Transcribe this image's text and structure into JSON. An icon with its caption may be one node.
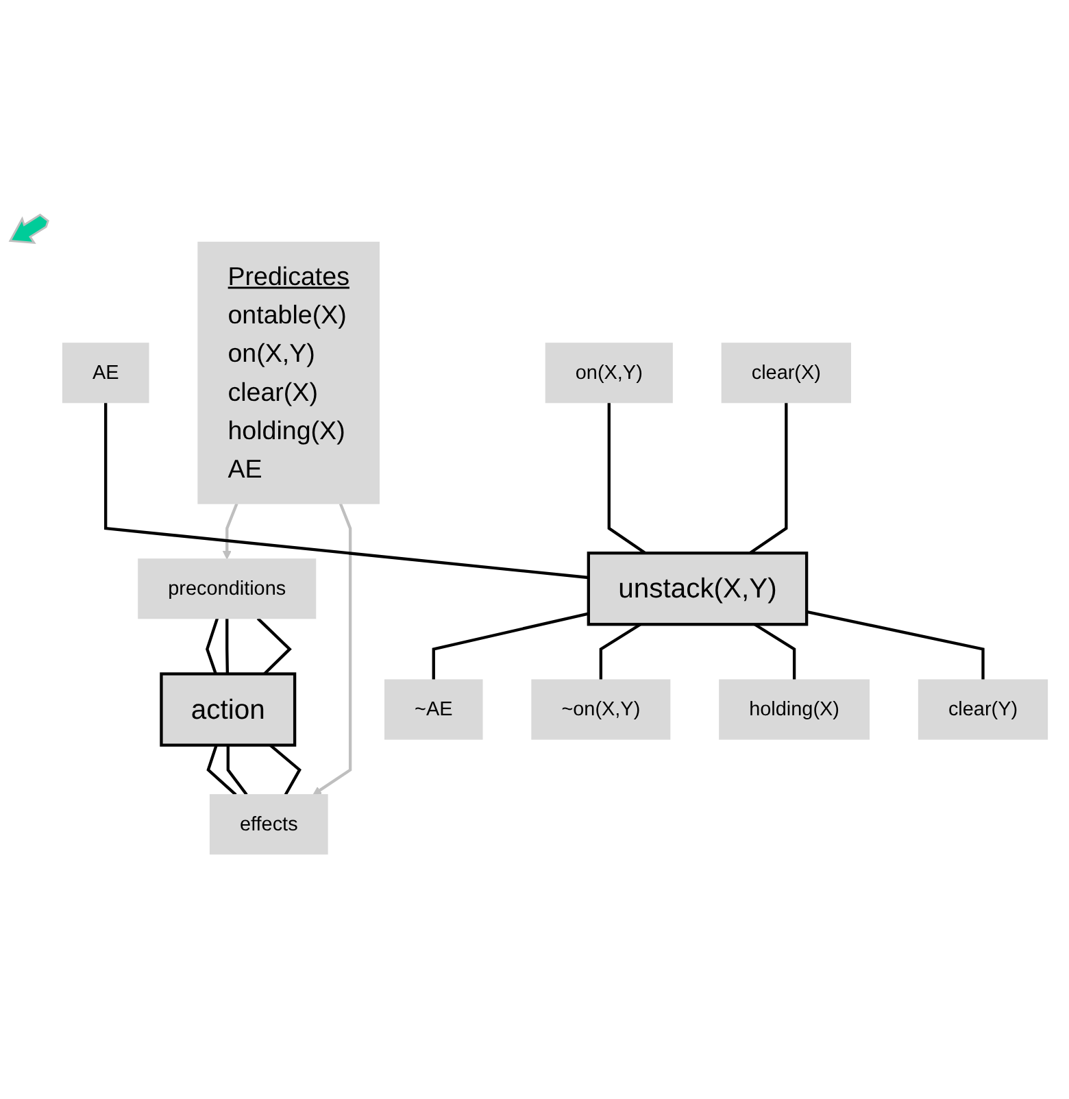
{
  "diagram": {
    "nodes": [
      {
        "text": [
          "preconditions"
        ]
      },
      {
        "text": [
          "action"
        ]
      },
      {
        "text": [
          "effects"
        ]
      },
      {
        "text": [
          "Predicates",
          "ontable(X)",
          "on(X,Y)",
          "clear(X)",
          "holding(X)",
          "AE"
        ]
      },
      {
        "text": [
          "AE"
        ]
      },
      {
        "text": [
          "on(X,Y)"
        ]
      },
      {
        "text": [
          "clear(X)"
        ]
      },
      {
        "text": [
          "unstack(X,Y)"
        ]
      },
      {
        "text": [
          "~AE"
        ]
      },
      {
        "text": [
          "~on(X,Y)"
        ]
      },
      {
        "text": [
          "holding(X)"
        ]
      },
      {
        "text": [
          "clear(Y)"
        ]
      }
    ],
    "edges": [
      {
        "from": 0,
        "to": 1,
        "arrow": "none"
      },
      {
        "from": 0,
        "to": 1,
        "arrow": "none"
      },
      {
        "from": 0,
        "to": 1,
        "arrow": "none"
      },
      {
        "from": 1,
        "to": 2,
        "arrow": "none"
      },
      {
        "from": 1,
        "to": 2,
        "arrow": "none"
      },
      {
        "from": 1,
        "to": 2,
        "arrow": "none"
      },
      {
        "from": 3,
        "to": 0,
        "arrow": "to",
        "color": "#bfbfbf"
      },
      {
        "from": 3,
        "to": 2,
        "arrow": "to",
        "color": "#bfbfbf"
      },
      {
        "from": 4,
        "to": 7,
        "arrow": "none"
      },
      {
        "from": 5,
        "to": 7,
        "arrow": "none"
      },
      {
        "from": 6,
        "to": 7,
        "arrow": "none"
      },
      {
        "from": 7,
        "to": 8,
        "arrow": "none"
      },
      {
        "from": 7,
        "to": 9,
        "arrow": "none"
      },
      {
        "from": 7,
        "to": 10,
        "arrow": "none"
      },
      {
        "from": 7,
        "to": 11,
        "arrow": "none"
      }
    ]
  }
}
